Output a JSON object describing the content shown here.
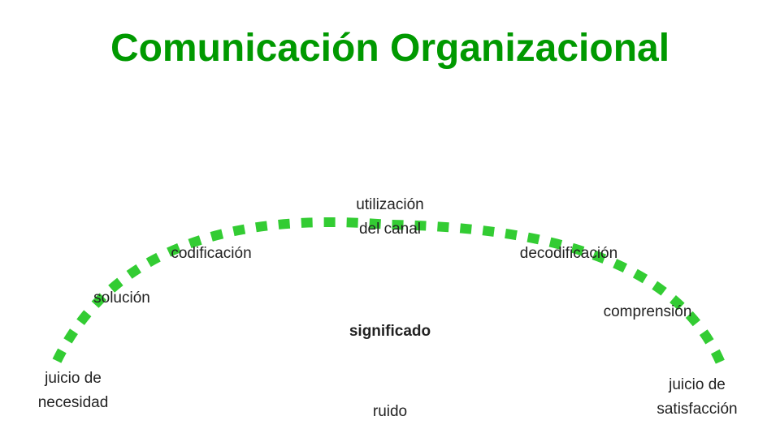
{
  "title": "Comunicación Organizacional",
  "colors": {
    "title": "#009900",
    "arc": "#33cc33",
    "text": "#222222"
  },
  "labels": {
    "juicio_necesidad_1": "juicio de",
    "juicio_necesidad_2": "necesidad",
    "solucion": "solución",
    "codificacion": "codificación",
    "utilizacion_1": "utilización",
    "utilizacion_2": "del canal",
    "decodificacion": "decodificación",
    "comprension": "comprensión",
    "significado": "significado",
    "juicio_satisfaccion_1": "juicio de",
    "juicio_satisfaccion_2": "satisfacción",
    "ruido": "ruido"
  }
}
